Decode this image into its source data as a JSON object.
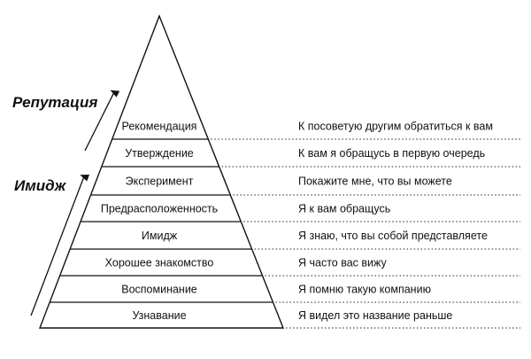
{
  "pyramid": {
    "levels": [
      {
        "label": "Рекомендация",
        "description": "К посоветую другим обратиться к вам"
      },
      {
        "label": "Утверждение",
        "description": "К вам я обращусь в первую очередь"
      },
      {
        "label": "Эксперимент",
        "description": "Покажите мне, что вы можете"
      },
      {
        "label": "Предрасположенность",
        "description": "Я к вам обращусь"
      },
      {
        "label": "Имидж",
        "description": "Я знаю, что вы собой представляете"
      },
      {
        "label": "Хорошее знакомство",
        "description": "Я часто вас вижу"
      },
      {
        "label": "Воспоминание",
        "description": "Я помню такую компанию"
      },
      {
        "label": "Узнавание",
        "description": "Я видел это название раньше"
      }
    ]
  },
  "side_labels": {
    "reputation": "Репутация",
    "image": "Имидж"
  }
}
